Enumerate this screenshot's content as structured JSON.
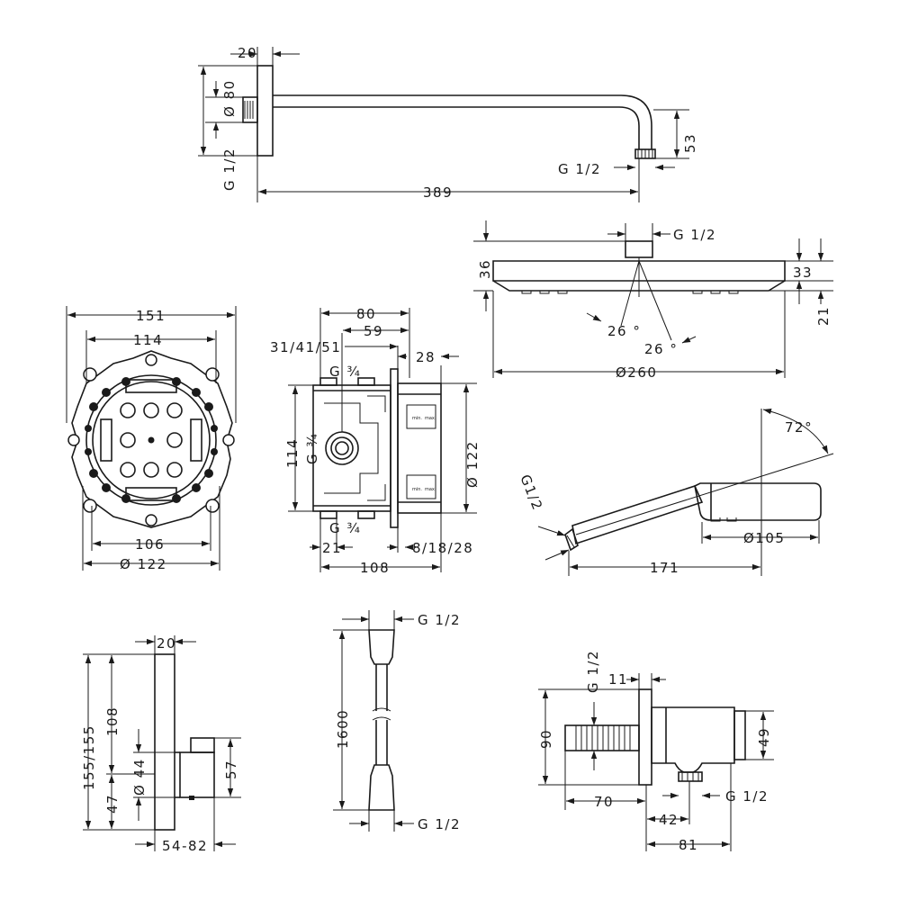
{
  "arm": {
    "d20": "20",
    "d80": "Ø 80",
    "g12_left": "G 1/2",
    "d53": "53",
    "g12_right": "G 1/2",
    "d389": "389"
  },
  "head": {
    "g12": "G 1/2",
    "d36": "36",
    "d33": "33",
    "d21": "21",
    "a26a": "26 °",
    "a26b": "26 °",
    "d260": "Ø260"
  },
  "box": {
    "d151": "151",
    "d114": "114",
    "d106": "106",
    "d122": "Ø 122"
  },
  "valve": {
    "d80": "80",
    "d59": "59",
    "d315": "31/41/51",
    "g34_top": "G ¾",
    "d28": "28",
    "d114": "114",
    "g34_mid": "G ¾",
    "d122": "Ø 122",
    "g34_bot": "G ¾",
    "d21": "21",
    "d81828": "8/18/28",
    "d108": "108",
    "lbl_min1": "min.",
    "lbl_max1": "max.",
    "lbl_min2": "min.",
    "lbl_max2": "max."
  },
  "hand": {
    "a72": "72°",
    "g12": "G1/2",
    "d105": "Ø105",
    "d171": "171"
  },
  "thermo": {
    "d20": "20",
    "d155": "155/155",
    "d108": "108",
    "d44": "Ø 44",
    "d57": "57",
    "d47": "47",
    "d5482": "54-82"
  },
  "hose": {
    "g12_top": "G 1/2",
    "d1600": "1600",
    "g12_bot": "G 1/2"
  },
  "outlet": {
    "g12_top": "G 1/2",
    "d11": "11",
    "d90": "90",
    "d49": "49",
    "d70": "70",
    "g12_right": "G 1/2",
    "d42": "42",
    "d81": "81"
  }
}
